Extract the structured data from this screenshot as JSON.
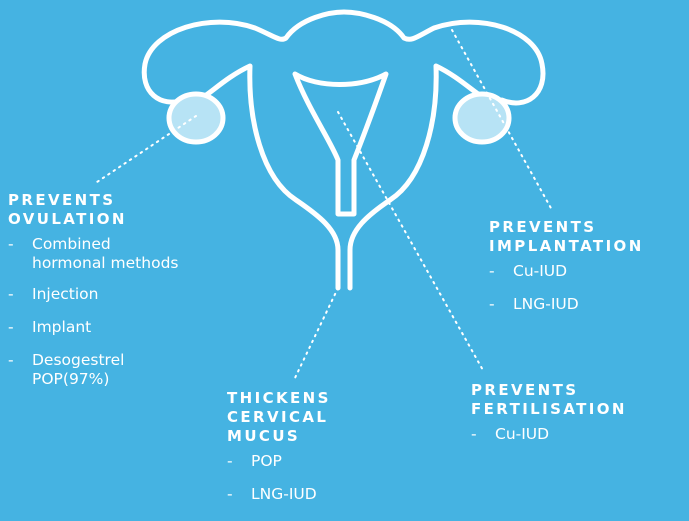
{
  "colors": {
    "background": "#45b3e2",
    "outline": "#ffffff",
    "ovary_fill": "#b7e3f5"
  },
  "sections": {
    "ovulation": {
      "heading_line1": "PREVENTS",
      "heading_line2": "OVULATION",
      "items": [
        "Combined hormonal methods",
        "Injection",
        "Implant",
        "Desogestrel POP(97%)"
      ],
      "item1_line1": "Combined",
      "item1_line2": "hormonal methods",
      "item4_line1": "Desogestrel",
      "item4_line2": "POP(97%)"
    },
    "implantation": {
      "heading_line1": "PREVENTS",
      "heading_line2": "IMPLANTATION",
      "items": [
        "Cu-IUD",
        "LNG-IUD"
      ]
    },
    "mucus": {
      "heading_line1": "THICKENS",
      "heading_line2": "CERVICAL",
      "heading_line3": "MUCUS",
      "items": [
        "POP",
        "LNG-IUD"
      ]
    },
    "fertilisation": {
      "heading_line1": "PREVENTS",
      "heading_line2": "FERTILISATION",
      "items": [
        "Cu-IUD"
      ]
    }
  }
}
